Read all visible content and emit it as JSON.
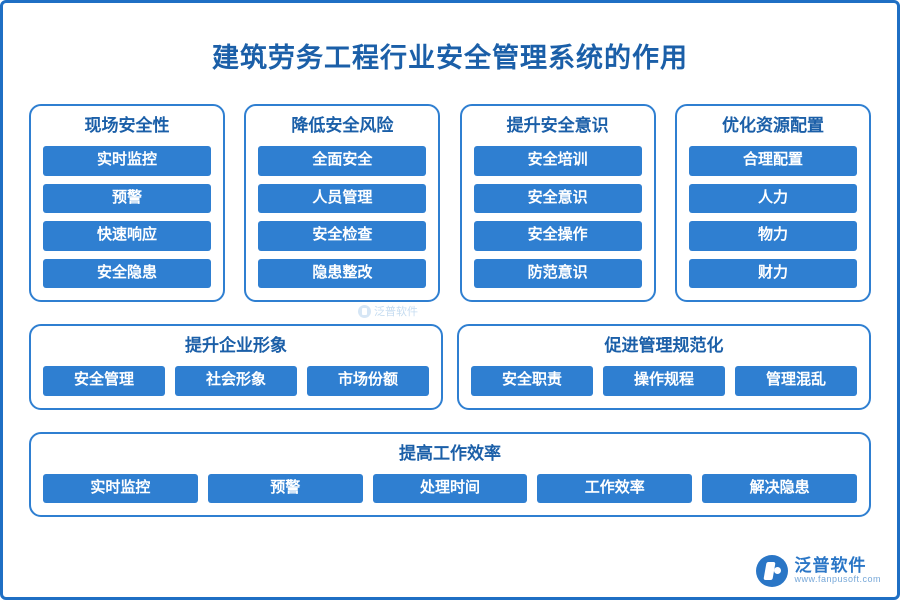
{
  "page": {
    "title": "建筑劳务工程行业安全管理系统的作用",
    "accent": "#2f7fd1",
    "title_color": "#1b5fa8",
    "border_color": "#1f6fc4"
  },
  "columns": [
    {
      "title": "现场安全性",
      "items": [
        "实时监控",
        "预警",
        "快速响应",
        "安全隐患"
      ]
    },
    {
      "title": "降低安全风险",
      "items": [
        "全面安全",
        "人员管理",
        "安全检查",
        "隐患整改"
      ]
    },
    {
      "title": "提升安全意识",
      "items": [
        "安全培训",
        "安全意识",
        "安全操作",
        "防范意识"
      ]
    },
    {
      "title": "优化资源配置",
      "items": [
        "合理配置",
        "人力",
        "物力",
        "财力"
      ]
    }
  ],
  "mid_groups": [
    {
      "title": "提升企业形象",
      "items": [
        "安全管理",
        "社会形象",
        "市场份额"
      ]
    },
    {
      "title": "促进管理规范化",
      "items": [
        "安全职责",
        "操作规程",
        "管理混乱"
      ]
    }
  ],
  "bottom_group": {
    "title": "提高工作效率",
    "items": [
      "实时监控",
      "预警",
      "处理时间",
      "工作效率",
      "解决隐患"
    ]
  },
  "watermarks": {
    "center_text": "泛普软件",
    "logo_cn": "泛普软件",
    "logo_en": "www.fanpusoft.com"
  }
}
